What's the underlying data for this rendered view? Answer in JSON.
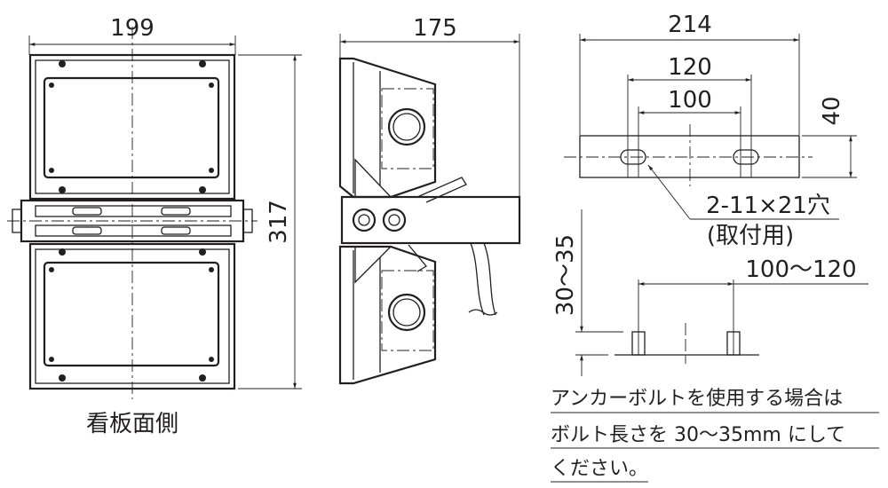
{
  "front_view": {
    "width_dim": "199",
    "height_dim": "317",
    "caption": "看板面側"
  },
  "side_view": {
    "depth_dim": "175"
  },
  "bracket_view": {
    "overall_dim": "214",
    "outer_hole_dim": "120",
    "inner_hole_dim": "100",
    "height_dim": "40",
    "hole_spec": "2-11×21穴",
    "hole_purpose": "(取付用)"
  },
  "anchor_view": {
    "spacing_dim": "100〜120",
    "bolt_length_dim": "30〜35",
    "note_lines": [
      "アンカーボルトを使用する場合は",
      "ボルト長さを 30〜35mm にして",
      "ください。"
    ]
  }
}
